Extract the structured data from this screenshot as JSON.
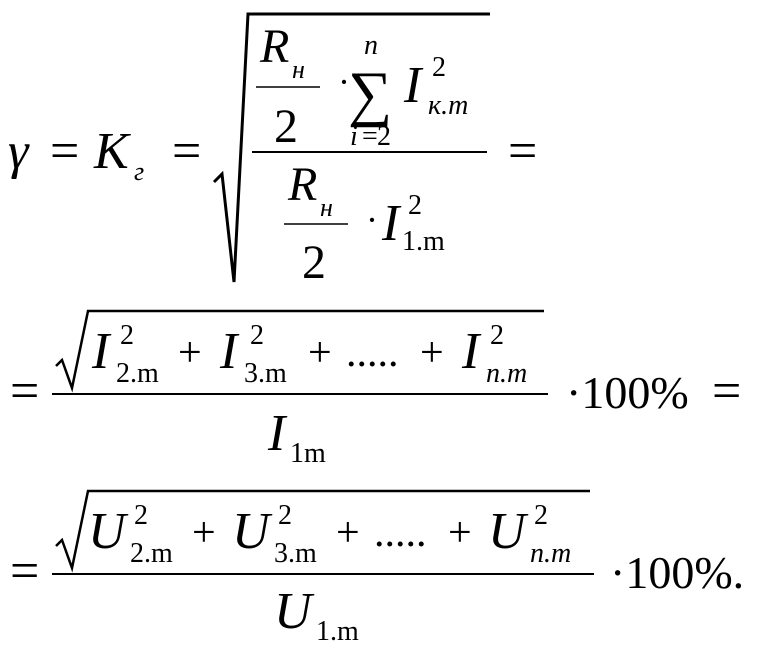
{
  "formula": {
    "line1": {
      "gamma": "γ",
      "eq": "=",
      "K": "K",
      "K_sub": "г",
      "frac_outer": {
        "num": {
          "R": "R",
          "R_sub": "н",
          "two": "2",
          "dot": "·",
          "sum": "∑",
          "sum_top": "n",
          "sum_bot_i": "i",
          "sum_bot_eq": "=",
          "sum_bot_two": "2",
          "I": "I",
          "I_sup": "2",
          "I_sub": "к.m"
        },
        "den": {
          "R": "R",
          "R_sub": "н",
          "two": "2",
          "dot": "·",
          "I": "I",
          "I_sup": "2",
          "I_sub": "1.m"
        }
      }
    },
    "line2": {
      "eq": "=",
      "terms": [
        {
          "sym": "I",
          "sup": "2",
          "sub": "2.m"
        },
        {
          "sym": "I",
          "sup": "2",
          "sub": "3.m"
        },
        {
          "sym": "I",
          "sup": "2",
          "sub": "n.m"
        }
      ],
      "plus": "+",
      "dots": ".....",
      "den_sym": "I",
      "den_sub": "1m",
      "factor": "·100%",
      "trailing_eq": "="
    },
    "line3": {
      "eq": "=",
      "terms": [
        {
          "sym": "U",
          "sup": "2",
          "sub": "2.m"
        },
        {
          "sym": "U",
          "sup": "2",
          "sub": "3.m"
        },
        {
          "sym": "U",
          "sup": "2",
          "sub": "n.m"
        }
      ],
      "plus": "+",
      "dots": ".....",
      "den_sym": "U",
      "den_sub": "1.m",
      "factor": "·100%."
    }
  }
}
